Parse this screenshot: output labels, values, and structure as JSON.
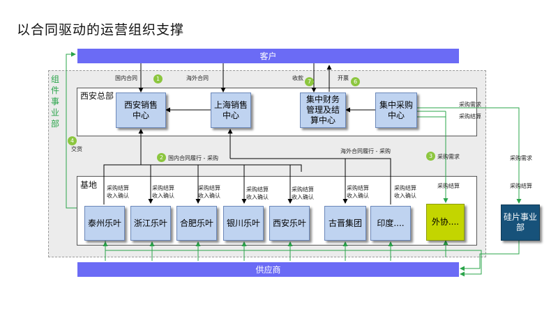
{
  "title": "以合同驱动的运营组织支撑",
  "top_bar": "客户",
  "bottom_bar": "供应商",
  "org_label": "组件事业部",
  "hq_panel": "西安总部",
  "base_panel": "基地",
  "hq_boxes": {
    "xian_sales": [
      "西安销售",
      "中心"
    ],
    "shanghai_sales": [
      "上海销售",
      "中心"
    ],
    "finance": [
      "集中财务",
      "管理及结",
      "算中心"
    ],
    "procurement": [
      "集中采购",
      "中心"
    ]
  },
  "base_boxes": [
    "泰州乐叶",
    "浙江乐叶",
    "合肥乐叶",
    "银川乐叶",
    "西安乐叶",
    "古晋集团",
    "印度....",
    "外协...."
  ],
  "silicon_box": [
    "硅片事业",
    "部"
  ],
  "labels": {
    "domestic_contract": "国内合同",
    "overseas_contract": "海外合同",
    "collection": "收款",
    "invoice": "开票",
    "delivery": "交货",
    "domestic_perform": "国内合同履行 - 采购",
    "overseas_perform": "海外合同履行 - 采购",
    "purchase_demand": "采购需求",
    "purchase_settle": "采购结算",
    "settle_income_1": [
      "采购结算",
      "收入确认"
    ],
    "settle_income_2": [
      "采购结算",
      "收入确认"
    ]
  },
  "steps": [
    "1",
    "2",
    "3",
    "4",
    "6",
    "7"
  ],
  "colors": {
    "bar": "#6b6bf5",
    "box": "#bfd3f0",
    "yellow": "#c3d500",
    "navy": "#17527a",
    "green": "#2aa44a",
    "badge": "#8cc63f"
  }
}
